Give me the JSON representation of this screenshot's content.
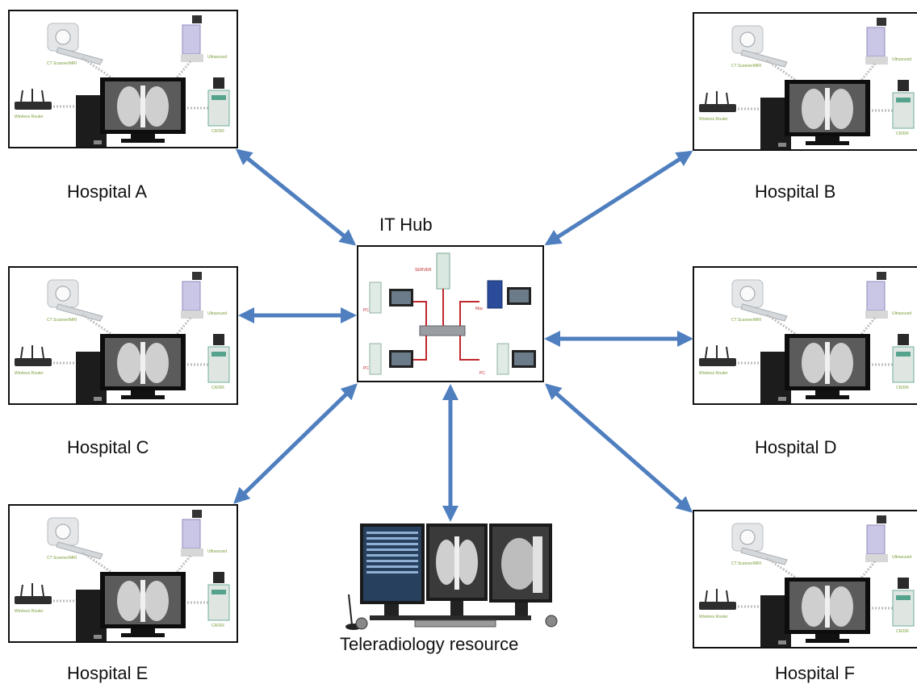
{
  "hub": {
    "title": "IT Hub"
  },
  "hospitals": [
    {
      "id": "a",
      "label": "Hospital A"
    },
    {
      "id": "b",
      "label": "Hospital B"
    },
    {
      "id": "c",
      "label": "Hospital C"
    },
    {
      "id": "d",
      "label": "Hospital D"
    },
    {
      "id": "e",
      "label": "Hospital E"
    },
    {
      "id": "f",
      "label": "Hospital F"
    }
  ],
  "resource": {
    "label": "Teleradiology resource"
  },
  "colors": {
    "arrow": "#4f7fbf",
    "border": "#111111"
  }
}
